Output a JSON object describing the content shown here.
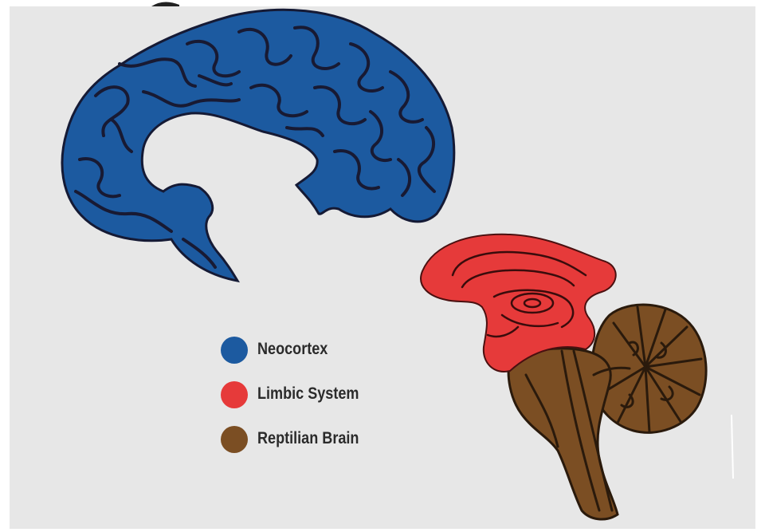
{
  "legend": {
    "items": [
      {
        "key": "neocortex",
        "label": "Neocortex",
        "color": "#1c5aa0"
      },
      {
        "key": "limbic",
        "label": "Limbic System",
        "color": "#e63a3a"
      },
      {
        "key": "reptilian",
        "label": "Reptilian Brain",
        "color": "#7b4e23"
      }
    ]
  },
  "colors": {
    "background": "#e7e7e7",
    "neocortex": "#1c5aa0",
    "limbic": "#e63a3a",
    "reptilian": "#7b4e23",
    "outline": "#1a1a2e"
  }
}
